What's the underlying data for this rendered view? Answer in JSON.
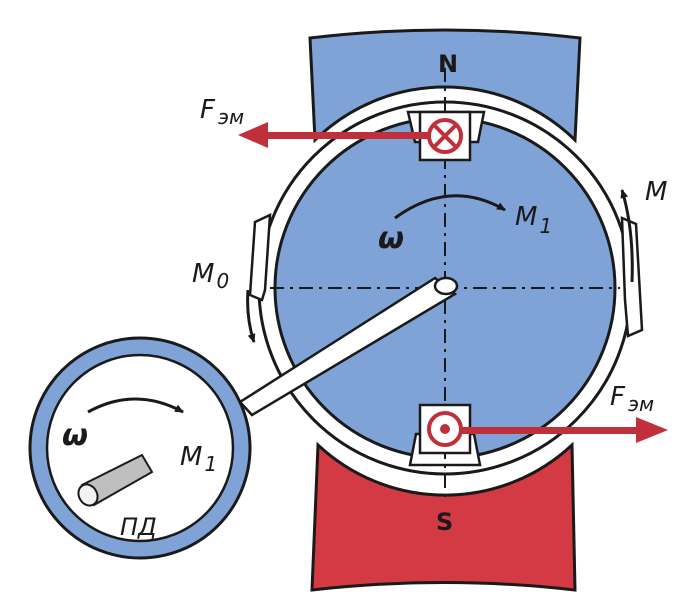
{
  "labels": {
    "pole_north": "N",
    "pole_south": "S",
    "force_top": "F",
    "force_top_sub": "эм",
    "force_bottom": "F",
    "force_bottom_sub": "эм",
    "torque_m": "M",
    "torque_m0": "M",
    "torque_m0_sub": "0",
    "torque_m1": "M",
    "torque_m1_sub": "1",
    "omega_rotor": "ω",
    "omega_motor": "ω",
    "motor_m1": "M",
    "motor_m1_sub": "1",
    "motor_name": "ПД"
  },
  "colors": {
    "stator_north": "#7fa3d6",
    "stator_south": "#d43a44",
    "rotor": "#7fa3d6",
    "force_arrow": "#c0303a",
    "outline": "#1a1a1a"
  },
  "icons": {
    "conductor_top": "cross-in-circle-icon",
    "conductor_bottom": "dot-in-circle-icon"
  }
}
